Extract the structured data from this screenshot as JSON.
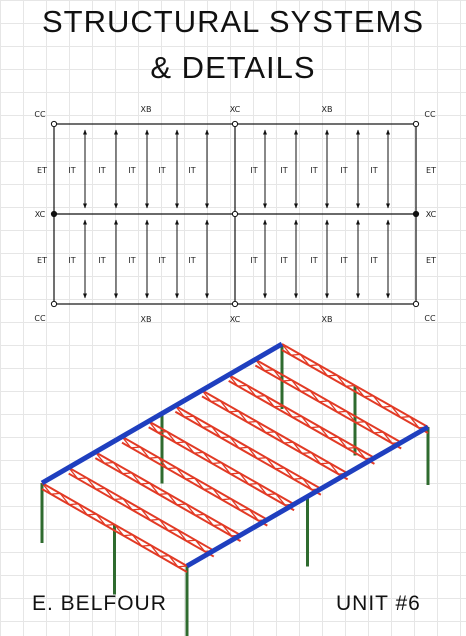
{
  "title": {
    "line1": "STRUCTURAL SYSTEMS",
    "line2": "& DETAILS"
  },
  "plan": {
    "corner_label": "CC",
    "edge_beam_label": "XB",
    "column_label": "XC",
    "end_label": "ET",
    "interior_label": "IT"
  },
  "footer": {
    "author": "E. BELFOUR",
    "unit": "UNIT #6"
  },
  "colors": {
    "girder": "#1f3fbf",
    "joist": "#e23a25",
    "column": "#2f6b2f",
    "line": "#111111"
  }
}
